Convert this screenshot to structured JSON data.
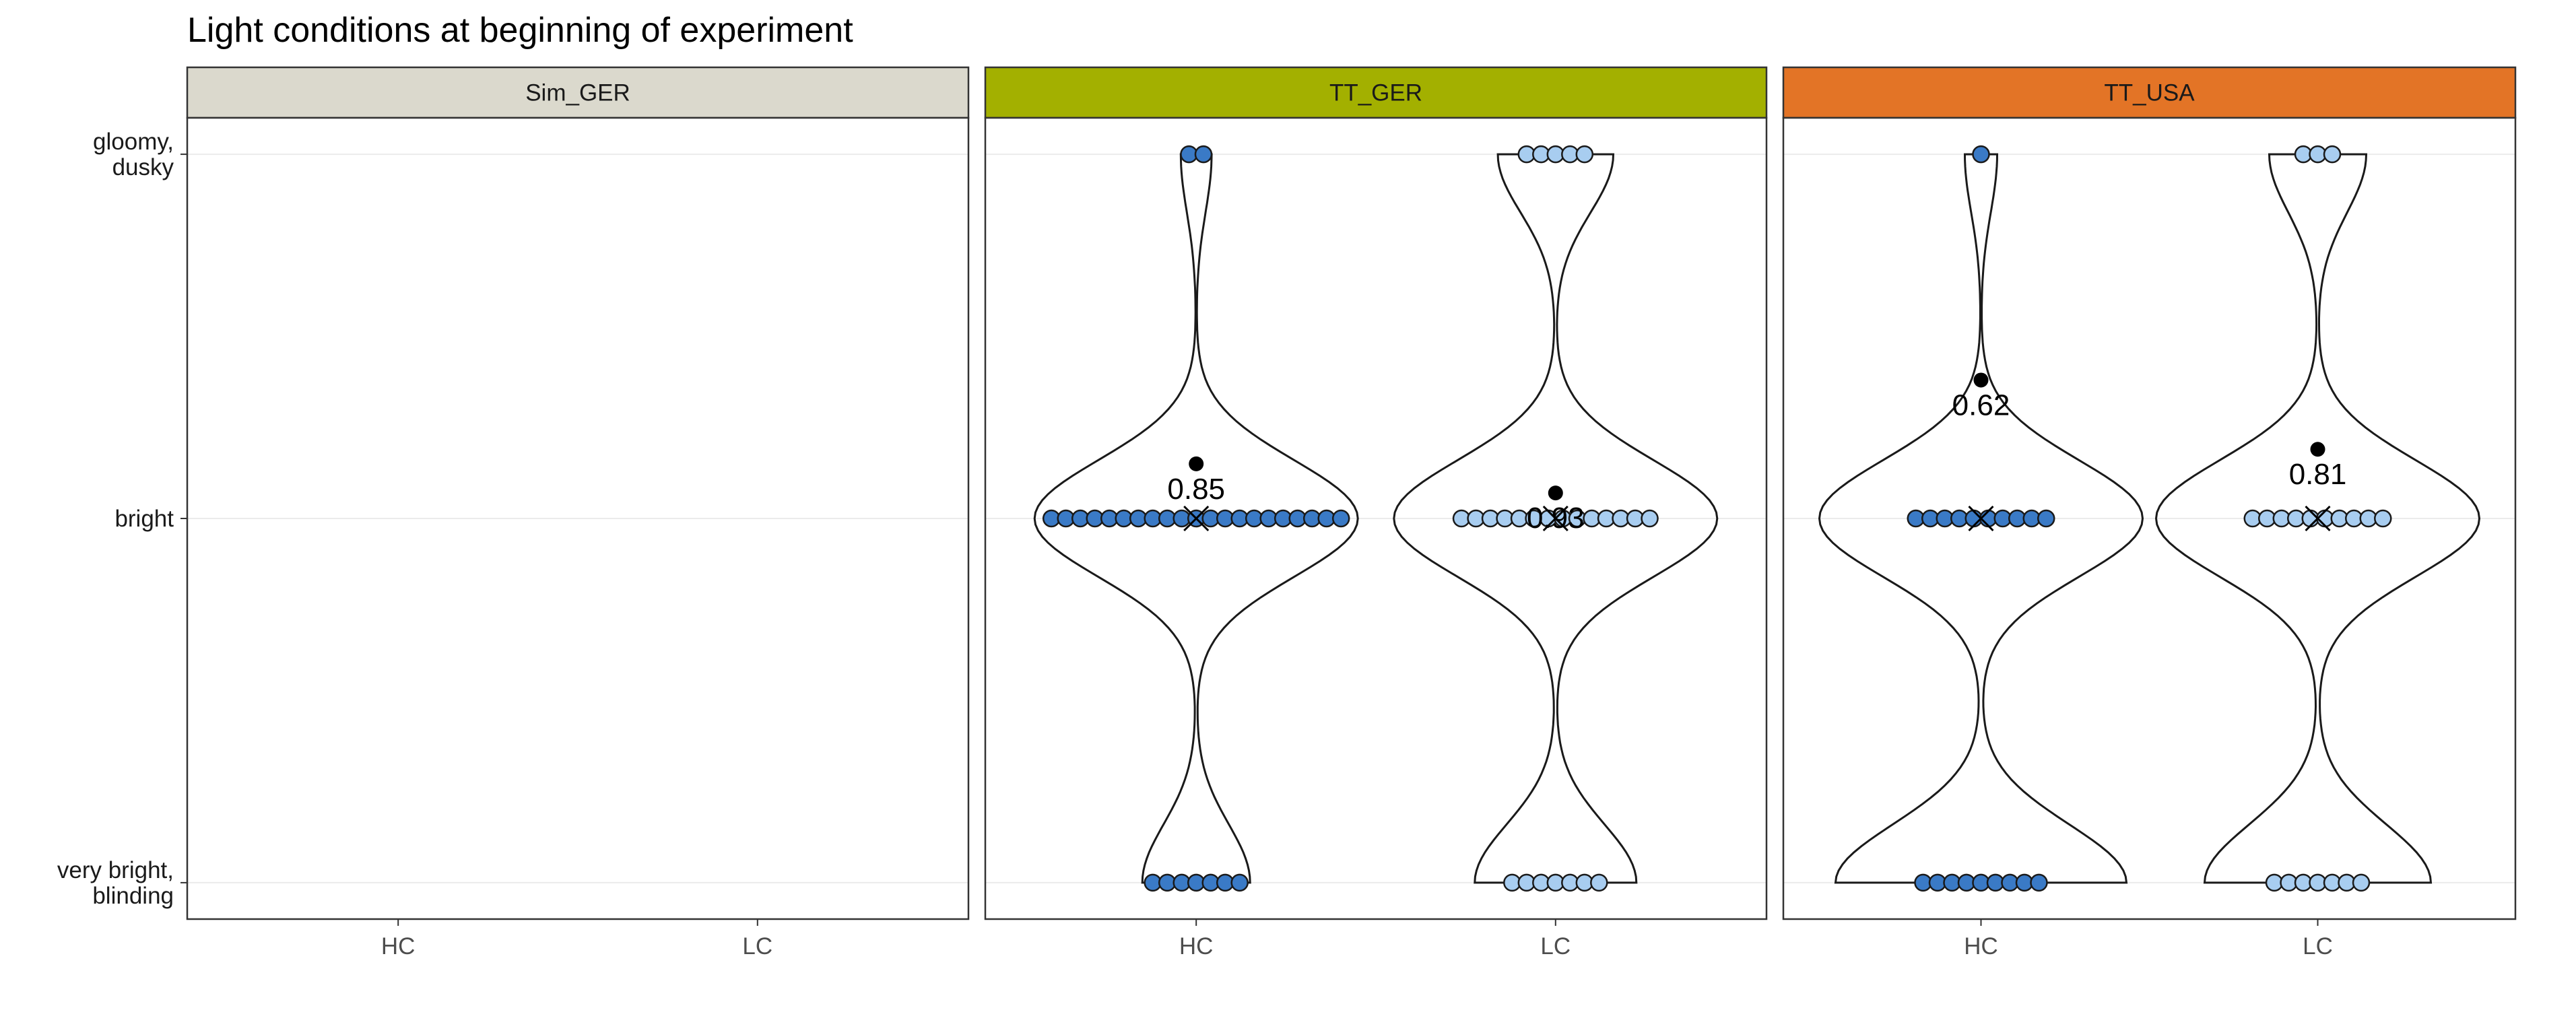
{
  "chart_data": {
    "type": "violin",
    "title": "Light conditions at beginning of experiment",
    "y_levels": [
      "very bright,\nblinding",
      "bright",
      "gloomy,\ndusky"
    ],
    "y_values": [
      -1,
      0,
      1
    ],
    "ylim": [
      -1.1,
      1.1
    ],
    "x_categories": [
      "HC",
      "LC"
    ],
    "grid": true,
    "legend": "none",
    "colors": {
      "HC_fill": "#3a7ac6",
      "LC_fill": "#a8cdf0",
      "point_stroke": "#1a1a1a",
      "violin_stroke": "#1a1a1a",
      "panel_border": "#333333",
      "gridline": "#ebebeb"
    },
    "panels": [
      {
        "name": "Sim_GER",
        "strip_color": "#dbd9cd",
        "groups": []
      },
      {
        "name": "TT_GER",
        "strip_color": "#a3b000",
        "groups": [
          {
            "category": "HC",
            "counts": {
              "-1": 7,
              "0": 21,
              "1": 2
            },
            "mean": 0.85,
            "mean_label": "0.85",
            "median": 0
          },
          {
            "category": "LC",
            "counts": {
              "-1": 7,
              "0": 14,
              "1": 5
            },
            "mean": 0.93,
            "mean_label": "0.93",
            "median": 0
          }
        ]
      },
      {
        "name": "TT_USA",
        "strip_color": "#e37426",
        "groups": [
          {
            "category": "HC",
            "counts": {
              "-1": 9,
              "0": 10,
              "1": 1
            },
            "mean": 0.62,
            "mean_label": "0.62",
            "median": 0
          },
          {
            "category": "LC",
            "counts": {
              "-1": 7,
              "0": 10,
              "1": 3
            },
            "mean": 0.81,
            "mean_label": "0.81",
            "median": 0
          }
        ]
      }
    ]
  }
}
